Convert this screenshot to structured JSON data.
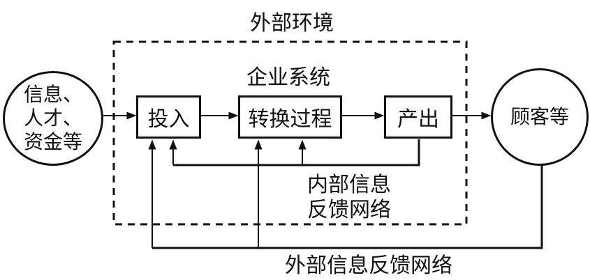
{
  "diagram": {
    "outer_label": "外部环境",
    "system_label": "企业系统",
    "input_source": {
      "lines": [
        "信息、",
        "人才、",
        "资金等"
      ]
    },
    "customer": "顾客等",
    "boxes": {
      "input": "投入",
      "process": "转换过程",
      "output": "产出"
    },
    "internal_feedback": {
      "lines": [
        "内部信息",
        "反馈网络"
      ]
    },
    "external_feedback": "外部信息反馈网络"
  }
}
